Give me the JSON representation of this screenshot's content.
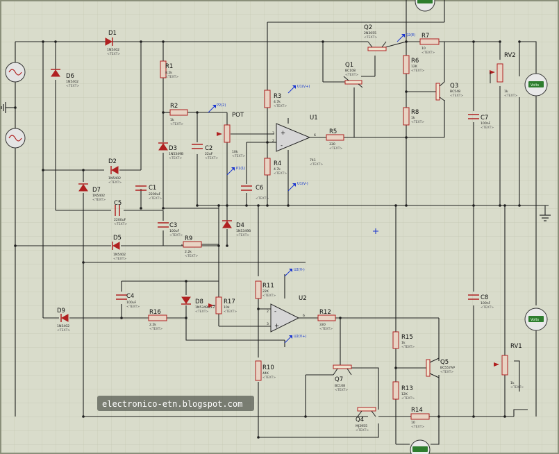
{
  "watermark": "electronico-etn.blogspot.com",
  "components": {
    "D1": {
      "ref": "D1",
      "value": "1N5402",
      "text": "<TEXT>"
    },
    "D2": {
      "ref": "D2",
      "value": "1N5402",
      "text": "<TEXT>"
    },
    "D3": {
      "ref": "D3",
      "value": "1N5349B",
      "text": "<TEXT>"
    },
    "D4": {
      "ref": "D4",
      "value": "1N5349B",
      "text": "<TEXT>"
    },
    "D5": {
      "ref": "D5",
      "value": "1N5402",
      "text": "<TEXT>"
    },
    "D6": {
      "ref": "D6",
      "value": "1N5402",
      "text": "<TEXT>"
    },
    "D7": {
      "ref": "D7",
      "value": "1N5402",
      "text": "<TEXT>"
    },
    "D8": {
      "ref": "D8",
      "value": "1N5349B/F2",
      "text": "<TEXT>"
    },
    "D9": {
      "ref": "D9",
      "value": "1N5402",
      "text": "<TEXT>"
    },
    "R1": {
      "ref": "R1",
      "value": "8.2k",
      "text": "<TEXT>"
    },
    "R2": {
      "ref": "R2",
      "value": "1k",
      "text": "<TEXT>"
    },
    "R3": {
      "ref": "R3",
      "value": "4.7k",
      "text": "<TEXT>"
    },
    "R4": {
      "ref": "R4",
      "value": "4.7k",
      "text": "<TEXT>"
    },
    "R5": {
      "ref": "R5",
      "value": "330",
      "text": "<TEXT>"
    },
    "R6": {
      "ref": "R6",
      "value": "12K",
      "text": "<TEXT>"
    },
    "R7": {
      "ref": "R7",
      "value": "10",
      "text": "<TEXT>"
    },
    "R8": {
      "ref": "R8",
      "value": "1k",
      "text": "<TEXT>"
    },
    "R9": {
      "ref": "R9",
      "value": "2.2k",
      "text": "<TEXT>"
    },
    "R10": {
      "ref": "R10",
      "value": "44K",
      "text": "<TEXT>"
    },
    "R11": {
      "ref": "R11",
      "value": "22K",
      "text": "<TEXT>"
    },
    "R12": {
      "ref": "R12",
      "value": "330",
      "text": "<TEXT>"
    },
    "R13": {
      "ref": "R13",
      "value": "12K",
      "text": "<TEXT>"
    },
    "R14": {
      "ref": "R14",
      "value": "10",
      "text": "<TEXT>"
    },
    "R15": {
      "ref": "R15",
      "value": "1k",
      "text": "<TEXT>"
    },
    "R16": {
      "ref": "R16",
      "value": "2.2k",
      "text": "<TEXT>"
    },
    "R17": {
      "ref": "R17",
      "value": "10k",
      "text": "<TEXT>"
    },
    "C1": {
      "ref": "C1",
      "value": "2200uF",
      "text": "<TEXT>"
    },
    "C2": {
      "ref": "C2",
      "value": "22uF",
      "text": "<TEXT>"
    },
    "C3": {
      "ref": "C3",
      "value": "100uF",
      "text": "<TEXT>"
    },
    "C4": {
      "ref": "C4",
      "value": "100uF",
      "text": "<TEXT>"
    },
    "C5": {
      "ref": "C5",
      "value": "2200uF",
      "text": "<TEXT>"
    },
    "C6": {
      "ref": "C6",
      "value": "",
      "text": "<TEXT>"
    },
    "C7": {
      "ref": "C7",
      "value": "100nF",
      "text": "<TEXT>"
    },
    "C8": {
      "ref": "C8",
      "value": "100nF",
      "text": "<TEXT>"
    },
    "Q1": {
      "ref": "Q1",
      "value": "BC108",
      "text": "<TEXT>"
    },
    "Q2": {
      "ref": "Q2",
      "value": "2N3055",
      "text": "<TEXT>"
    },
    "Q3": {
      "ref": "Q3",
      "value": "BC548",
      "text": "<TEXT>"
    },
    "Q4": {
      "ref": "Q4",
      "value": "MJ2955",
      "text": "<TEXT>"
    },
    "Q5": {
      "ref": "Q5",
      "value": "BC557AP",
      "text": "<TEXT>"
    },
    "Q7": {
      "ref": "Q7",
      "value": "BC108",
      "text": "<TEXT>"
    },
    "U1": {
      "ref": "U1",
      "value": "741",
      "text": "<TEXT>"
    },
    "U2": {
      "ref": "U2",
      "value": "",
      "text": ""
    },
    "POT": {
      "ref": "POT",
      "value": "10k",
      "text": "<TEXT>"
    },
    "RV1": {
      "ref": "RV1",
      "value": "1k",
      "text": "<TEXT>"
    },
    "RV2": {
      "ref": "RV2",
      "value": "1k",
      "text": "<TEXT>"
    }
  },
  "probes": {
    "P2": "P2(2)",
    "P1": "P1(1)",
    "U1V1": "U1(V+)",
    "U1V4": "U1(V-)",
    "U2V4": "U2(V-)",
    "U2V1": "U2(V+)",
    "Q2E": "Q2(E)"
  },
  "pins": {
    "plus": "+",
    "minus": "-",
    "u1_pin2": "2",
    "u1_pin3": "3",
    "u1_pin6": "6",
    "u2_pin2": "2",
    "u2_pin3": "3",
    "u2_pin6": "6"
  },
  "meters": {
    "volts": "Volts"
  }
}
